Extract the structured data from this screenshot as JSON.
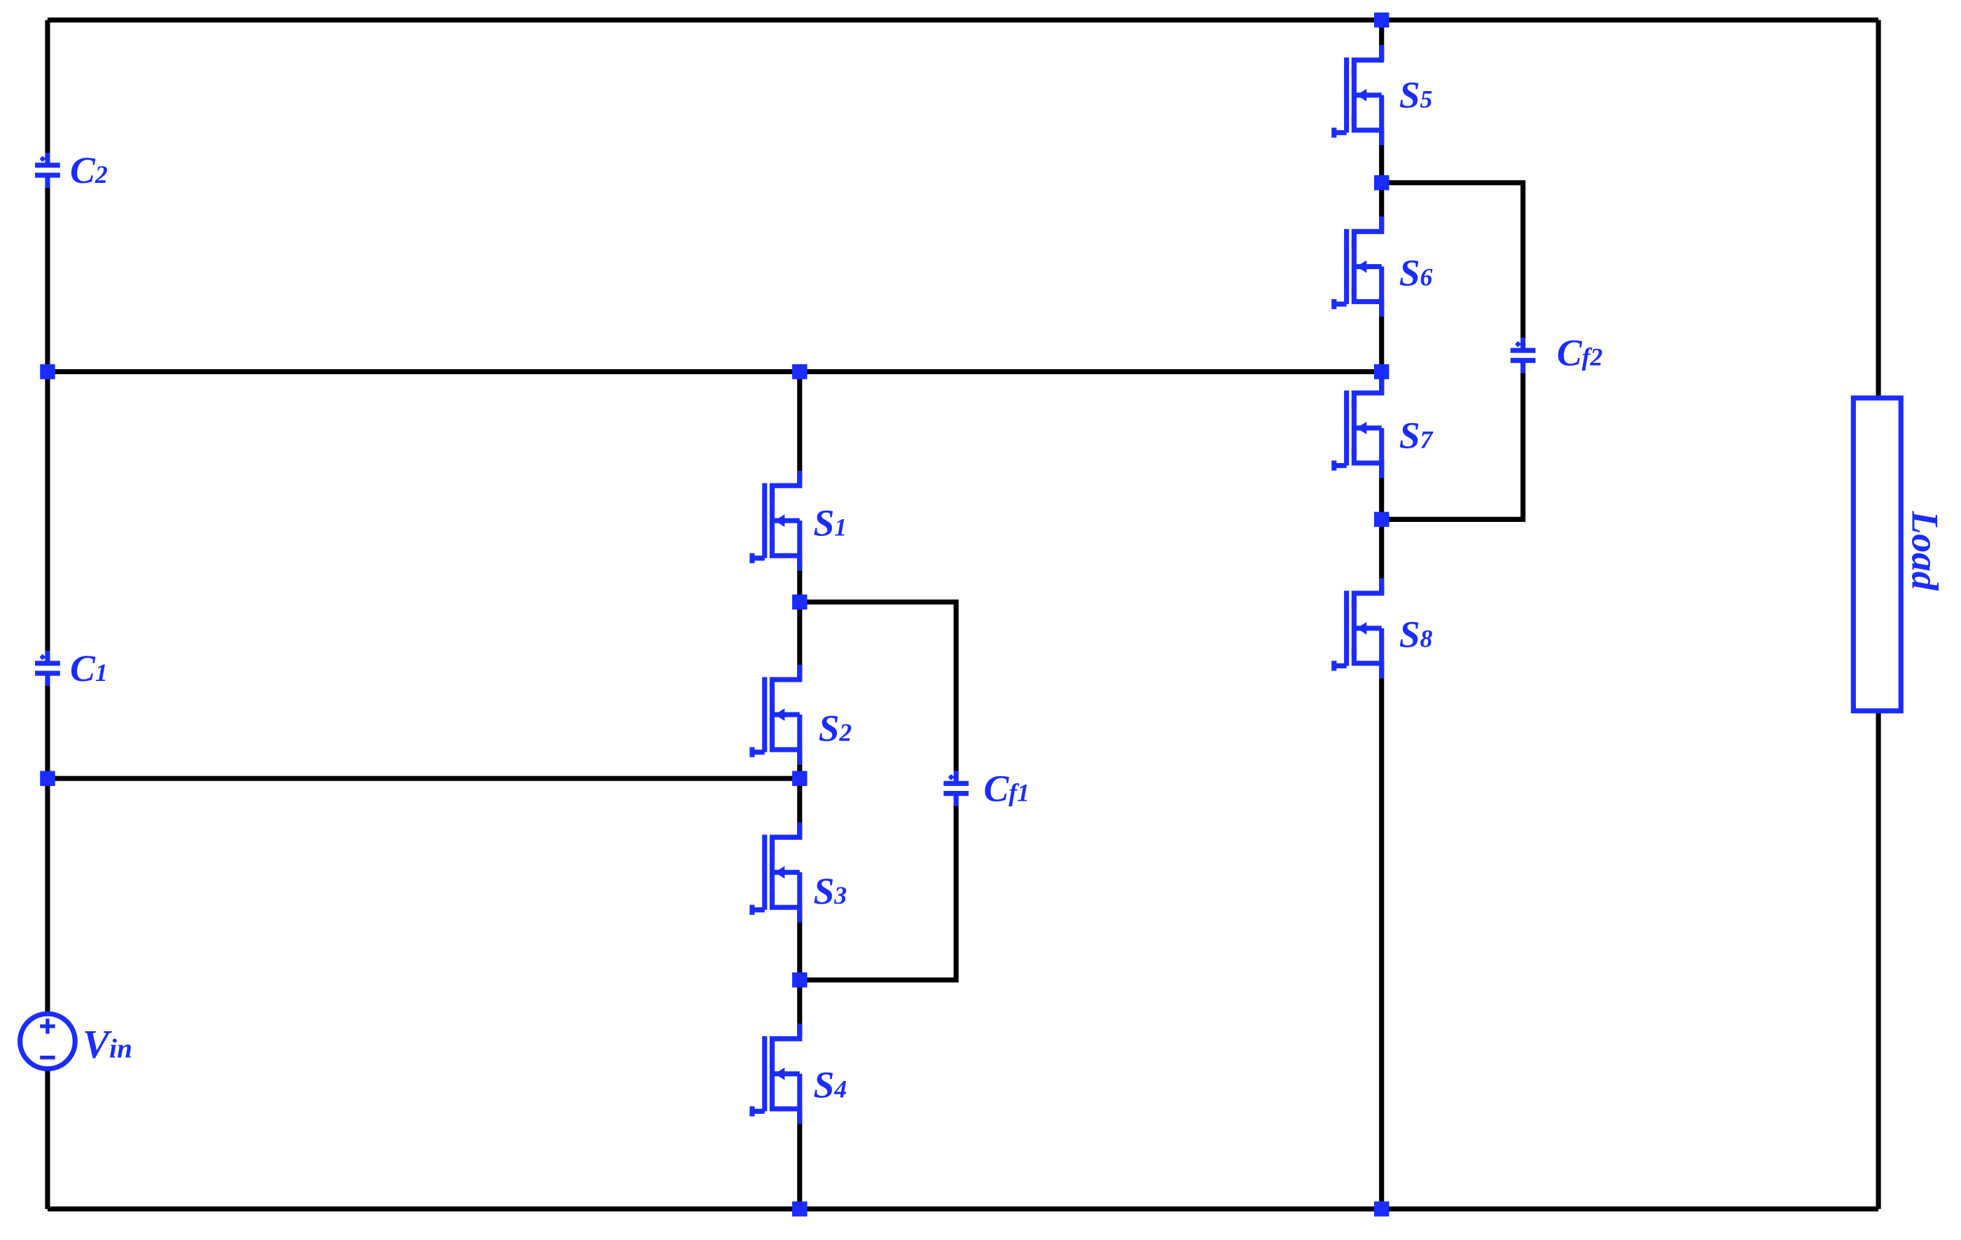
{
  "colors": {
    "wire": "#000000",
    "component": "#1a2cff",
    "background": "#ffffff"
  },
  "labels": {
    "C2": {
      "main": "C",
      "sub": "2"
    },
    "C1": {
      "main": "C",
      "sub": "1"
    },
    "Vin": {
      "main": "V",
      "sub": "in"
    },
    "S1": {
      "main": "S",
      "sub": "1"
    },
    "S2": {
      "main": "S",
      "sub": "2"
    },
    "S3": {
      "main": "S",
      "sub": "3"
    },
    "S4": {
      "main": "S",
      "sub": "4"
    },
    "S5": {
      "main": "S",
      "sub": "5"
    },
    "S6": {
      "main": "S",
      "sub": "6"
    },
    "S7": {
      "main": "S",
      "sub": "7"
    },
    "S8": {
      "main": "S",
      "sub": "8"
    },
    "Cf1": {
      "main": "C",
      "sub": "f1"
    },
    "Cf2": {
      "main": "C",
      "sub": "f2"
    },
    "load": "Load"
  },
  "icons": {
    "mosfet": "mosfet-icon",
    "capacitor": "capacitor-icon",
    "source": "voltage-source-icon",
    "resistor": "load-resistor-icon"
  }
}
